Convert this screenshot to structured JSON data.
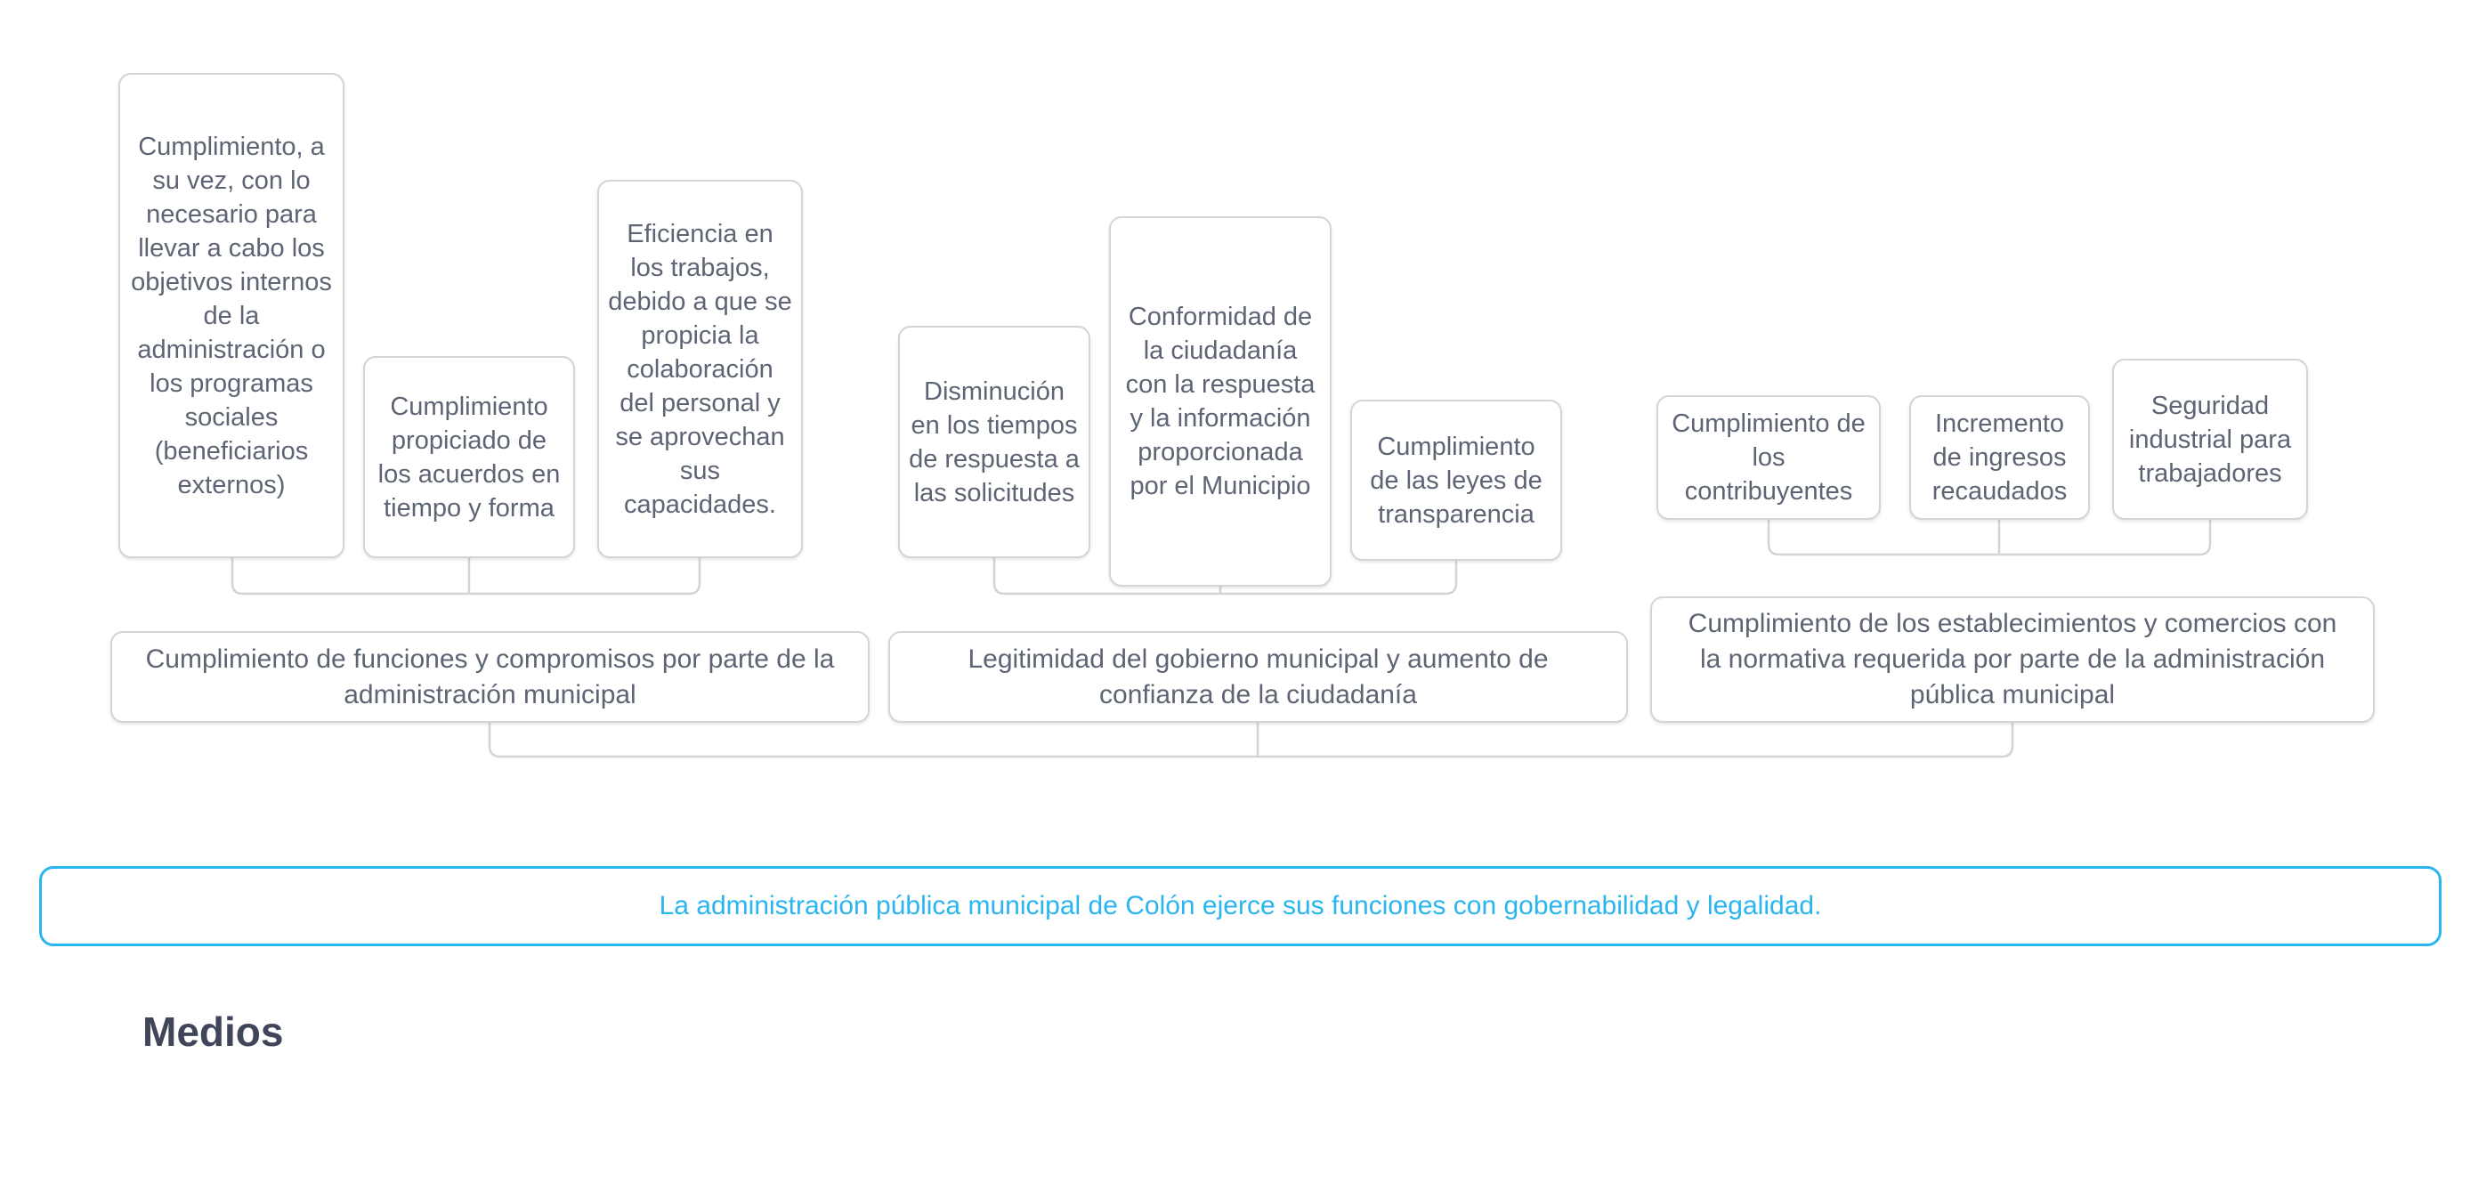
{
  "colors": {
    "background": "#ffffff",
    "accent_cyan": "#29b6f0",
    "box_border": "#d3d4d7",
    "box_text": "#5d6474",
    "connector_line": "#d3d4d7",
    "heading_text": "#3f4659"
  },
  "sections": {
    "medios_heading": "Medios"
  },
  "goal": {
    "text": "La administración pública municipal de Colón ejerce sus funciones con gobernabilidad y legalidad."
  },
  "level1": {
    "a1": {
      "label": "Cumplimiento, a su vez, con lo necesario para llevar a cabo los objetivos internos de la administración o los programas sociales (beneficiarios externos)"
    },
    "a2": {
      "label": "Cumplimiento propiciado de los acuerdos en tiempo y forma"
    },
    "a3": {
      "label": "Eficiencia en los trabajos, debido a que se propicia la colaboración del personal y se aprovechan sus capacidades."
    },
    "b1": {
      "label": "Disminución en los tiempos de respuesta a las solicitudes"
    },
    "b2": {
      "label": "Conformidad de la ciudadanía con la respuesta y la información proporcionada por el Municipio"
    },
    "b3": {
      "label": "Cumplimiento de las leyes de transparencia"
    },
    "c1": {
      "label": "Cumplimiento de los contribuyentes"
    },
    "c2": {
      "label": "Incremento de ingresos recaudados"
    },
    "c3": {
      "label": "Seguridad industrial para trabajadores"
    }
  },
  "level2": {
    "w1": {
      "label": "Cumplimiento de funciones y compromisos por parte de la administración municipal"
    },
    "w2": {
      "label": "Legitimidad del gobierno municipal y aumento de confianza de la ciudadanía"
    },
    "w3": {
      "label": "Cumplimiento de los establecimientos y comercios con la normativa requerida por parte de la administración pública municipal"
    }
  }
}
